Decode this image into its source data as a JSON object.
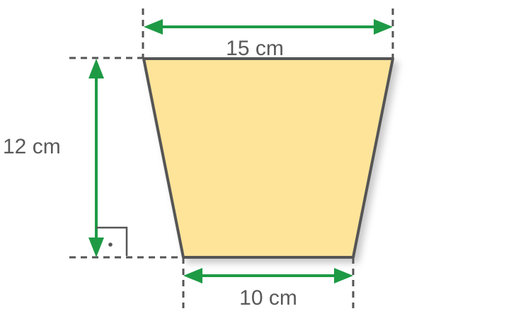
{
  "colors": {
    "fill": "#FDE499",
    "outline": "#555555",
    "arrow": "#1E9A45",
    "dash": "#555555",
    "text": "#5a5a5a"
  },
  "labels": {
    "top_side": "15 cm",
    "height": "12 cm",
    "bottom_side": "10 cm"
  },
  "right_angle_marker": "·"
}
